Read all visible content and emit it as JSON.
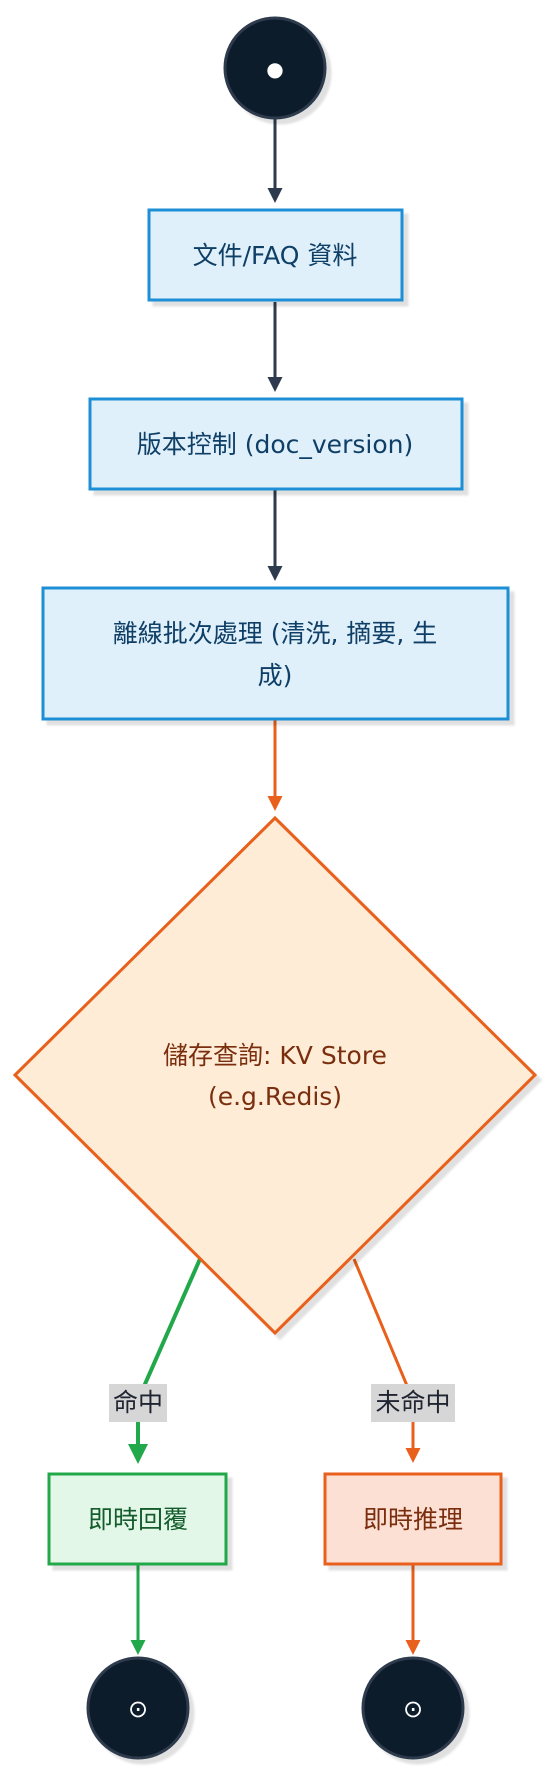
{
  "colors": {
    "node_blue_fill": "#dff0fb",
    "node_blue_stroke": "#1a8fd6",
    "node_blue_text": "#0f3f66",
    "decision_fill": "#feecd6",
    "decision_stroke": "#e8601c",
    "decision_text": "#7a2e0e",
    "hit_fill": "#e2f7e8",
    "hit_stroke": "#21a84a",
    "hit_text": "#145c2b",
    "miss_fill": "#fde0d4",
    "miss_stroke": "#e8601c",
    "miss_text": "#7a2e0e",
    "terminal_fill": "#111a2c",
    "arrow_dark": "#2e3a4e",
    "arrow_green": "#21a84a",
    "arrow_orange": "#e8601c",
    "label_bg": "#d6d6d6"
  },
  "diagram": {
    "start": {
      "icon": "filled-dot-icon",
      "glyph": "●"
    },
    "nodes": {
      "source": "文件/FAQ 資料",
      "version": "版本控制 (doc_version)",
      "batch_line1": "離線批次處理 (清洗, 摘要, 生",
      "batch_line2": "成)",
      "decision_line1": "儲存查詢: KV Store",
      "decision_line2": "(e.g.Redis)",
      "hit": "即時回覆",
      "miss": "即時推理"
    },
    "edges": {
      "hit_label": "命中",
      "miss_label": "未命中"
    },
    "ends": [
      {
        "icon": "ring-dot-icon",
        "glyph": "⊙"
      },
      {
        "icon": "ring-dot-icon",
        "glyph": "⊙"
      }
    ]
  }
}
